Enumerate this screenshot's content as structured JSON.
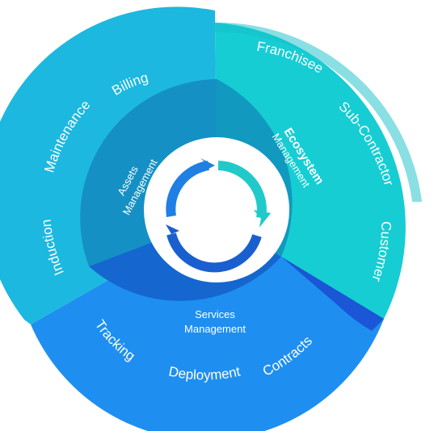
{
  "diagram": {
    "segments": {
      "assets": {
        "title_line1": "Assets",
        "title_line2": "Management",
        "items": [
          "Billing",
          "Maintenance",
          "Induction"
        ]
      },
      "ecosystem": {
        "title_line1": "Ecosystem",
        "title_line2": "Management",
        "items": [
          "Franchisee",
          "Sub-Contractor",
          "Customer"
        ]
      },
      "services": {
        "title_line1": "Services",
        "title_line2": "Management",
        "items": [
          "Tracking",
          "Deployment",
          "Contracts"
        ]
      }
    },
    "colors": {
      "assets_outer": "#1cb8df",
      "assets_inner": "#1590c4",
      "ecosystem_outer": "#16cdd3",
      "ecosystem_inner": "#1199bf",
      "services_outer": "#1e8ff0",
      "services_inner": "#1566cf",
      "cycle_teal": "#22c9c9",
      "cycle_blue": "#1f7fe3",
      "cycle_dark": "#1a5fcf",
      "center": "#ffffff"
    },
    "center_icon": "cycle-arrows-icon"
  }
}
